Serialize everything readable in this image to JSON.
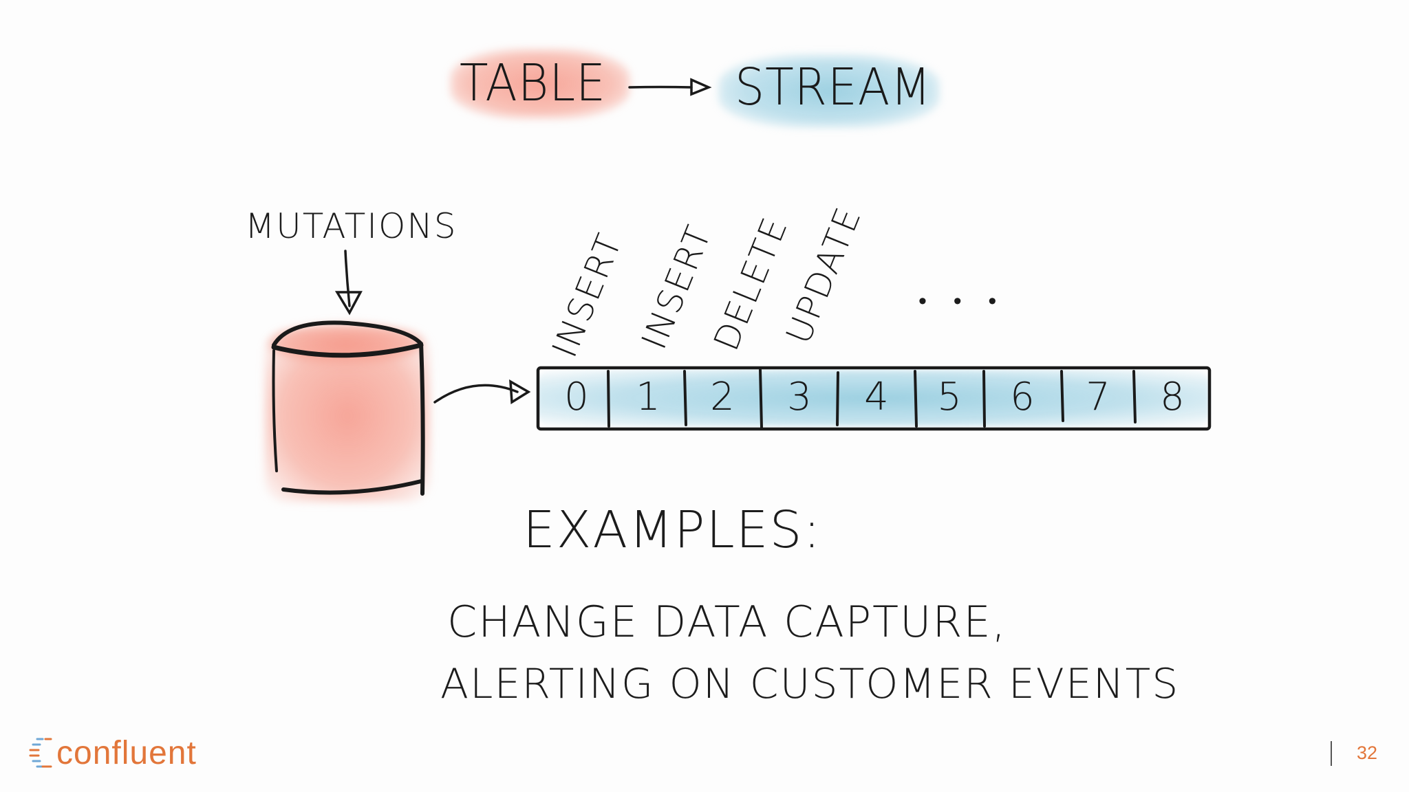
{
  "title": {
    "left_word": "TABLE",
    "right_word": "STREAM"
  },
  "diagram": {
    "source_label": "MUTATIONS",
    "operations": [
      "INSERT",
      "INSERT",
      "DELETE",
      "UPDATE"
    ],
    "ellipsis": "• • •",
    "log_cells": [
      "0",
      "1",
      "2",
      "3",
      "4",
      "5",
      "6",
      "7",
      "8"
    ]
  },
  "examples": {
    "heading": "EXAMPLES:",
    "line1": "CHANGE DATA CAPTURE,",
    "line2": "ALERTING ON CUSTOMER EVENTS"
  },
  "footer": {
    "brand": "confluent",
    "page_number": "32"
  },
  "colors": {
    "table_highlight": "#f4a193",
    "stream_highlight": "#9fd0e0",
    "brand_orange": "#e2763a",
    "ink": "#1a1a1a"
  },
  "icons": {
    "database": "cylinder-icon",
    "logo": "confluent-logo-icon"
  }
}
